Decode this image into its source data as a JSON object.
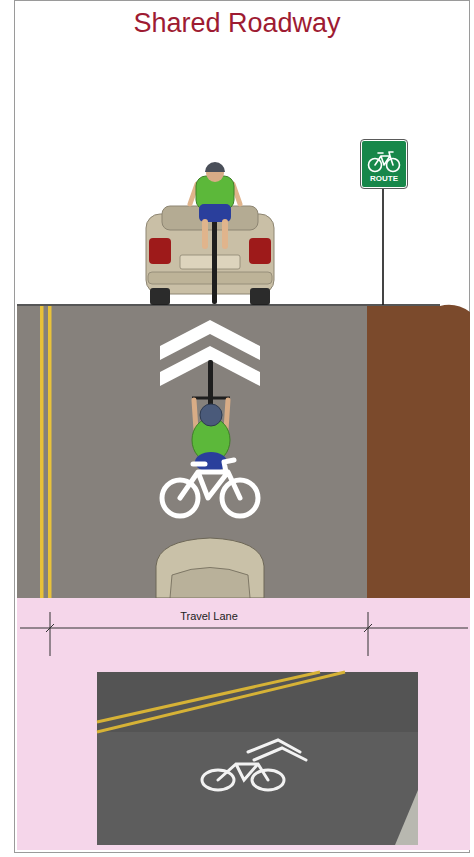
{
  "diagram": {
    "title": "Shared Roadway",
    "nodes": [
      {
        "text": [
          "ROUTE"
        ]
      }
    ],
    "labels": [
      "Travel Lane"
    ]
  }
}
